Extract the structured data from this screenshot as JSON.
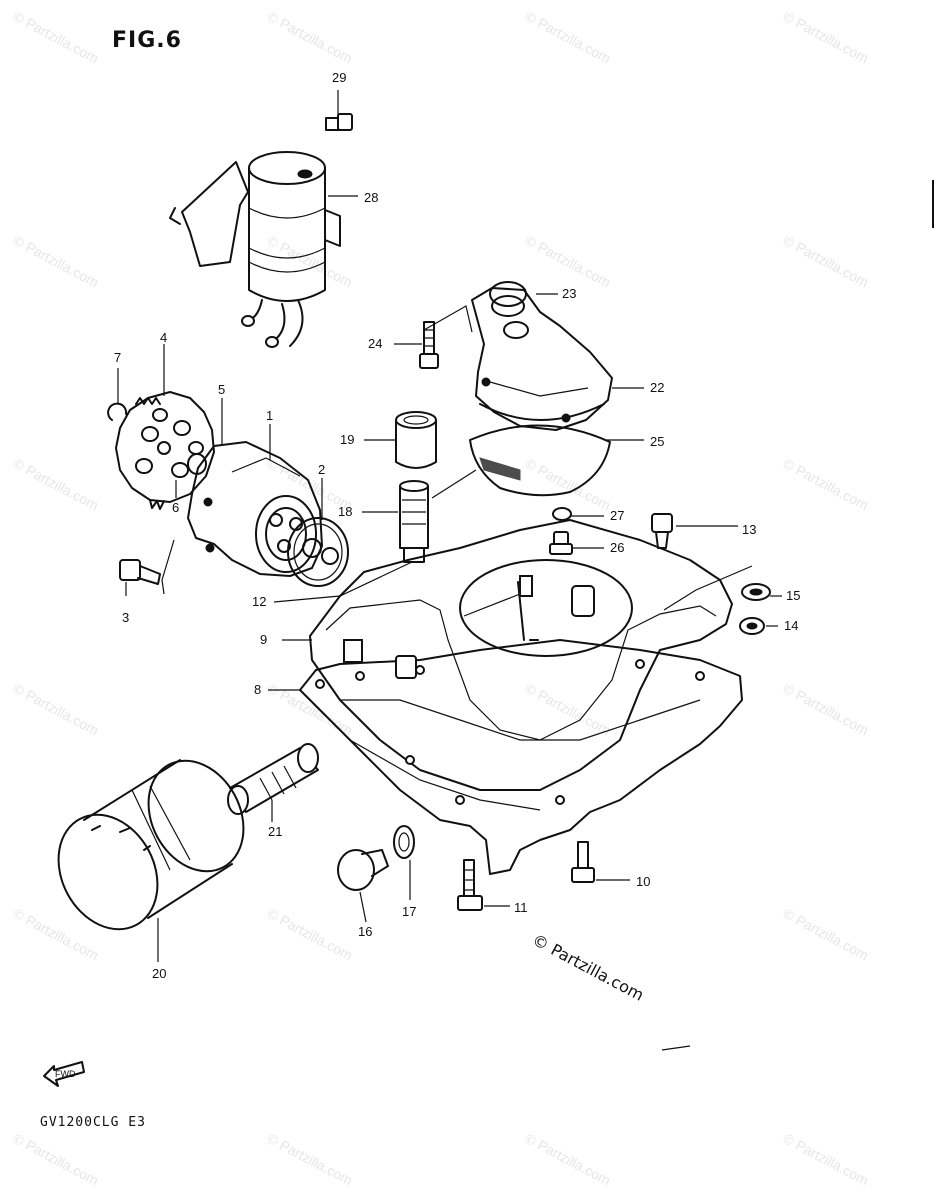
{
  "figure": {
    "title": "FIG.6",
    "model_code": "GV1200CLG E3",
    "fwd_arrow_label": "FWD",
    "watermark": "© Partzilla.com",
    "watermark_bottom": "© Partzilla.com"
  },
  "callouts": {
    "c1": "1",
    "c2": "2",
    "c3": "3",
    "c4": "4",
    "c5": "5",
    "c6": "6",
    "c7": "7",
    "c8": "8",
    "c9": "9",
    "c10": "10",
    "c11": "11",
    "c12": "12",
    "c13": "13",
    "c14": "14",
    "c15": "15",
    "c16": "16",
    "c17": "17",
    "c18": "18",
    "c19": "19",
    "c20": "20",
    "c21": "21",
    "c22": "22",
    "c23": "23",
    "c24": "24",
    "c25": "25",
    "c26": "26",
    "c27": "27",
    "c28": "28",
    "c29": "29"
  }
}
